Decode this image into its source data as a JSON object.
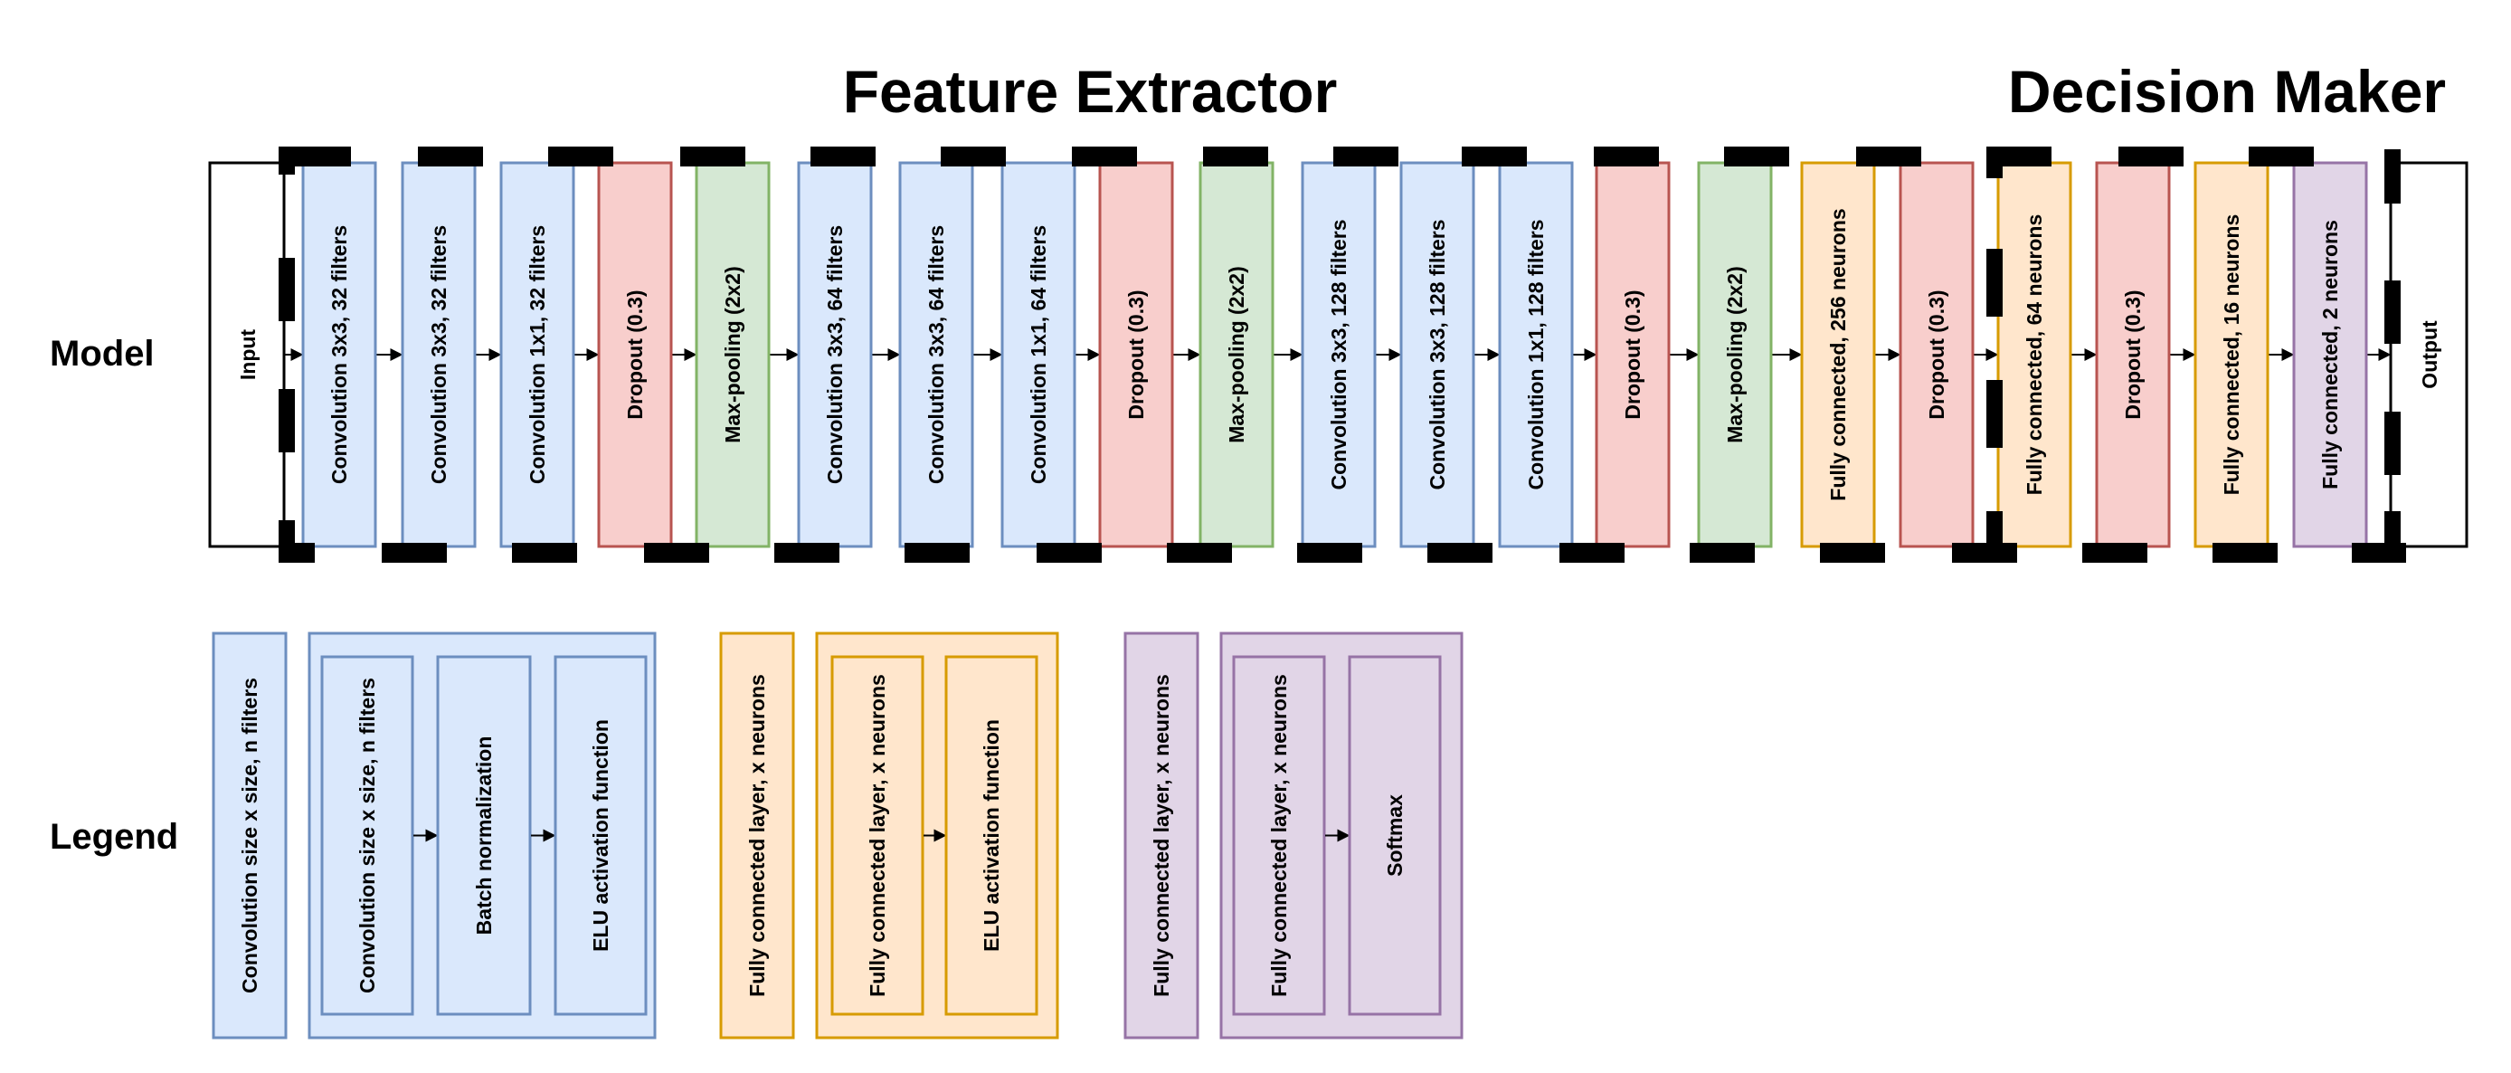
{
  "titles": {
    "feature_extractor": "Feature Extractor",
    "decision_maker": "Decision Maker",
    "model": "Model",
    "legend": "Legend"
  },
  "colors": {
    "conv_fill": "#dae8fc",
    "conv_stroke": "#6c8ebf",
    "dropout_fill": "#f8cecc",
    "dropout_stroke": "#b85450",
    "pool_fill": "#d5e8d4",
    "pool_stroke": "#82b366",
    "fc_fill": "#ffe6cc",
    "fc_stroke": "#d79b00",
    "out_fill": "#e1d5e7",
    "out_stroke": "#9673a6",
    "io_fill": "#ffffff",
    "io_stroke": "#000000"
  },
  "model": {
    "input_label": "Input",
    "output_label": "Output",
    "layers": [
      {
        "label": "Convolution 3x3, 32 filters",
        "kind": "conv"
      },
      {
        "label": "Convolution 3x3, 32 filters",
        "kind": "conv"
      },
      {
        "label": "Convolution 1x1, 32 filters",
        "kind": "conv"
      },
      {
        "label": "Dropout (0.3)",
        "kind": "dropout"
      },
      {
        "label": "Max-pooling (2x2)",
        "kind": "pool"
      },
      {
        "label": "Convolution 3x3, 64 filters",
        "kind": "conv"
      },
      {
        "label": "Convolution 3x3, 64 filters",
        "kind": "conv"
      },
      {
        "label": "Convolution 1x1, 64 filters",
        "kind": "conv"
      },
      {
        "label": "Dropout (0.3)",
        "kind": "dropout"
      },
      {
        "label": "Max-pooling (2x2)",
        "kind": "pool"
      },
      {
        "label": "Convolution 3x3, 128 filters",
        "kind": "conv"
      },
      {
        "label": "Convolution 3x3, 128 filters",
        "kind": "conv"
      },
      {
        "label": "Convolution 1x1, 128 filters",
        "kind": "conv"
      },
      {
        "label": "Dropout (0.3)",
        "kind": "dropout"
      },
      {
        "label": "Max-pooling (2x2)",
        "kind": "pool"
      },
      {
        "label": "Fully connected, 256 neurons",
        "kind": "fc"
      },
      {
        "label": "Dropout (0.3)",
        "kind": "dropout"
      },
      {
        "label": "Fully connected, 64 neurons",
        "kind": "fc"
      },
      {
        "label": "Dropout (0.3)",
        "kind": "dropout"
      },
      {
        "label": "Fully connected, 16 neurons",
        "kind": "fc"
      },
      {
        "label": "Fully connected, 2 neurons",
        "kind": "out"
      }
    ]
  },
  "legend": {
    "conv": {
      "summary": "Convolution size x size, n filters",
      "steps": [
        "Convolution size x size, n filters",
        "Batch normalization",
        "ELU activation function"
      ]
    },
    "fc": {
      "summary": "Fully connected layer, x neurons",
      "steps": [
        "Fully connected layer, x neurons",
        "ELU activation function"
      ]
    },
    "out": {
      "summary": "Fully connected layer, x neurons",
      "steps": [
        "Fully connected layer, x neurons",
        "Softmax"
      ]
    }
  }
}
